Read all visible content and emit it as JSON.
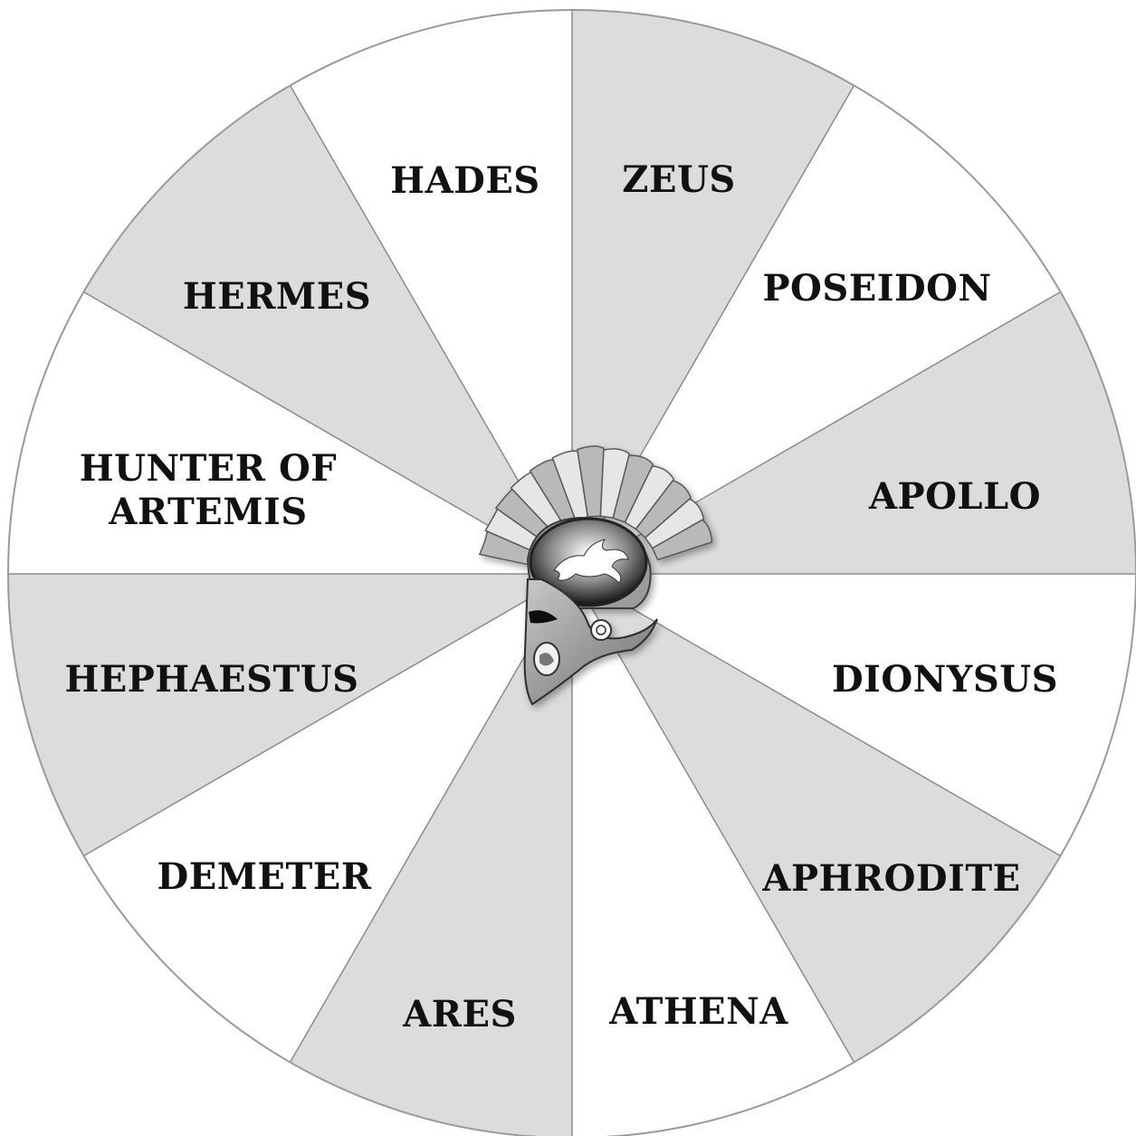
{
  "wheel": {
    "segments": [
      {
        "id": "zeus",
        "lines": [
          "ZEUS"
        ],
        "shade": "gray"
      },
      {
        "id": "poseidon",
        "lines": [
          "POSEIDON"
        ],
        "shade": "white"
      },
      {
        "id": "apollo",
        "lines": [
          "APOLLO"
        ],
        "shade": "gray"
      },
      {
        "id": "dionysus",
        "lines": [
          "DIONYSUS"
        ],
        "shade": "white"
      },
      {
        "id": "aphrodite",
        "lines": [
          "APHRODITE"
        ],
        "shade": "gray"
      },
      {
        "id": "athena",
        "lines": [
          "ATHENA"
        ],
        "shade": "white"
      },
      {
        "id": "ares",
        "lines": [
          "ARES"
        ],
        "shade": "gray"
      },
      {
        "id": "demeter",
        "lines": [
          "DEMETER"
        ],
        "shade": "white"
      },
      {
        "id": "hephaestus",
        "lines": [
          "HEPHAESTUS"
        ],
        "shade": "gray"
      },
      {
        "id": "hunter-of-artemis",
        "lines": [
          "HUNTER OF",
          "ARTEMIS"
        ],
        "shade": "white"
      },
      {
        "id": "hermes",
        "lines": [
          "HERMES"
        ],
        "shade": "gray"
      },
      {
        "id": "hades",
        "lines": [
          "HADES"
        ],
        "shade": "white"
      }
    ]
  },
  "center_emblem": {
    "icon": "greek-helmet-icon",
    "crest_icon": "pegasus-icon"
  },
  "colors": {
    "gray_segment": "#dcdcdc",
    "white_segment": "#ffffff",
    "divider": "#8c8c8c",
    "rim": "#9a9a9a",
    "label": "#111111"
  }
}
